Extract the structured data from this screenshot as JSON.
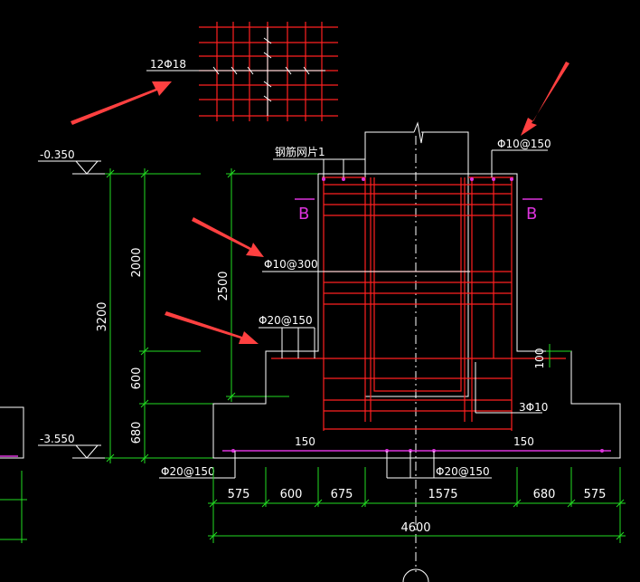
{
  "colors": {
    "bg": "#000000",
    "concrete": "#ffffff",
    "rebar": "#ff2020",
    "dimension": "#22dd22",
    "section": "#dd33dd",
    "arrow": "#ff4040"
  },
  "annotations": {
    "elev_top": "-0.350",
    "elev_bottom": "-3.550",
    "mesh_label": "12Φ18",
    "mesh_text": "钢筋网片1",
    "top_bar": "Φ10@150",
    "mid_bar": "Φ10@300",
    "wall_bar": "Φ20@150",
    "bottom_left_bar": "Φ20@150",
    "bottom_mid_bar": "Φ20@150",
    "stirrups": "3Φ10",
    "section_left": "B",
    "section_right": "B",
    "cover_left": "150",
    "cover_right": "150",
    "step_height": "100"
  },
  "dimensions": {
    "v_total": "3200",
    "v_upper": "2000",
    "v_mid": "600",
    "v_lower": "680",
    "v_wall": "2500",
    "h_segments": [
      "575",
      "600",
      "675",
      "1575",
      "680",
      "575"
    ],
    "h_total": "4600"
  }
}
